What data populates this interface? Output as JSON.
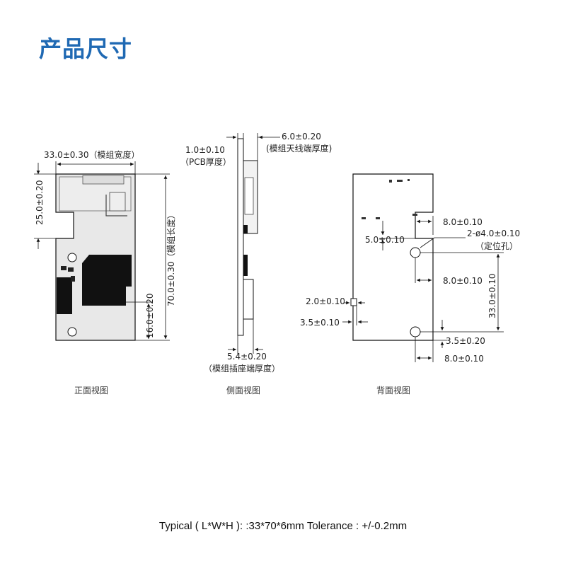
{
  "title": "产品尺寸",
  "front": {
    "width_dim": "33.0±0.30（模组宽度）",
    "length_dim": "70.0±0.30（模组长度）",
    "top_dim": "25.0±0.20",
    "bottom_dim": "16.0±0.20",
    "label": "正面视图"
  },
  "side": {
    "pcb_dim": "1.0±0.10",
    "pcb_note": "（PCB厚度）",
    "antenna_dim": "6.0±0.20",
    "antenna_note": "(模组天线端厚度)",
    "socket_dim": "5.4±0.20",
    "socket_note": "（模组插座端厚度）",
    "label": "侧面视图"
  },
  "back": {
    "dim_8a": "8.0±0.10",
    "dim_5": "5.0±0.10",
    "hole_dim": "2-ø4.0±0.10",
    "hole_note": "（定位孔）",
    "dim_8b": "8.0±0.10",
    "dim_2": "2.0±0.10",
    "dim_33": "33.0±0.10",
    "dim_35a": "3.5±0.10",
    "dim_35b": "3.5±0.20",
    "dim_8c": "8.0±0.10",
    "label": "背面视图"
  },
  "spec": "Typical ( L*W*H ): :33*70*6mm   Tolerance : +/-0.2mm",
  "colors": {
    "title": "#1f69b3",
    "line": "#111111",
    "board": "#e6e6e6",
    "chip": "#111111"
  }
}
